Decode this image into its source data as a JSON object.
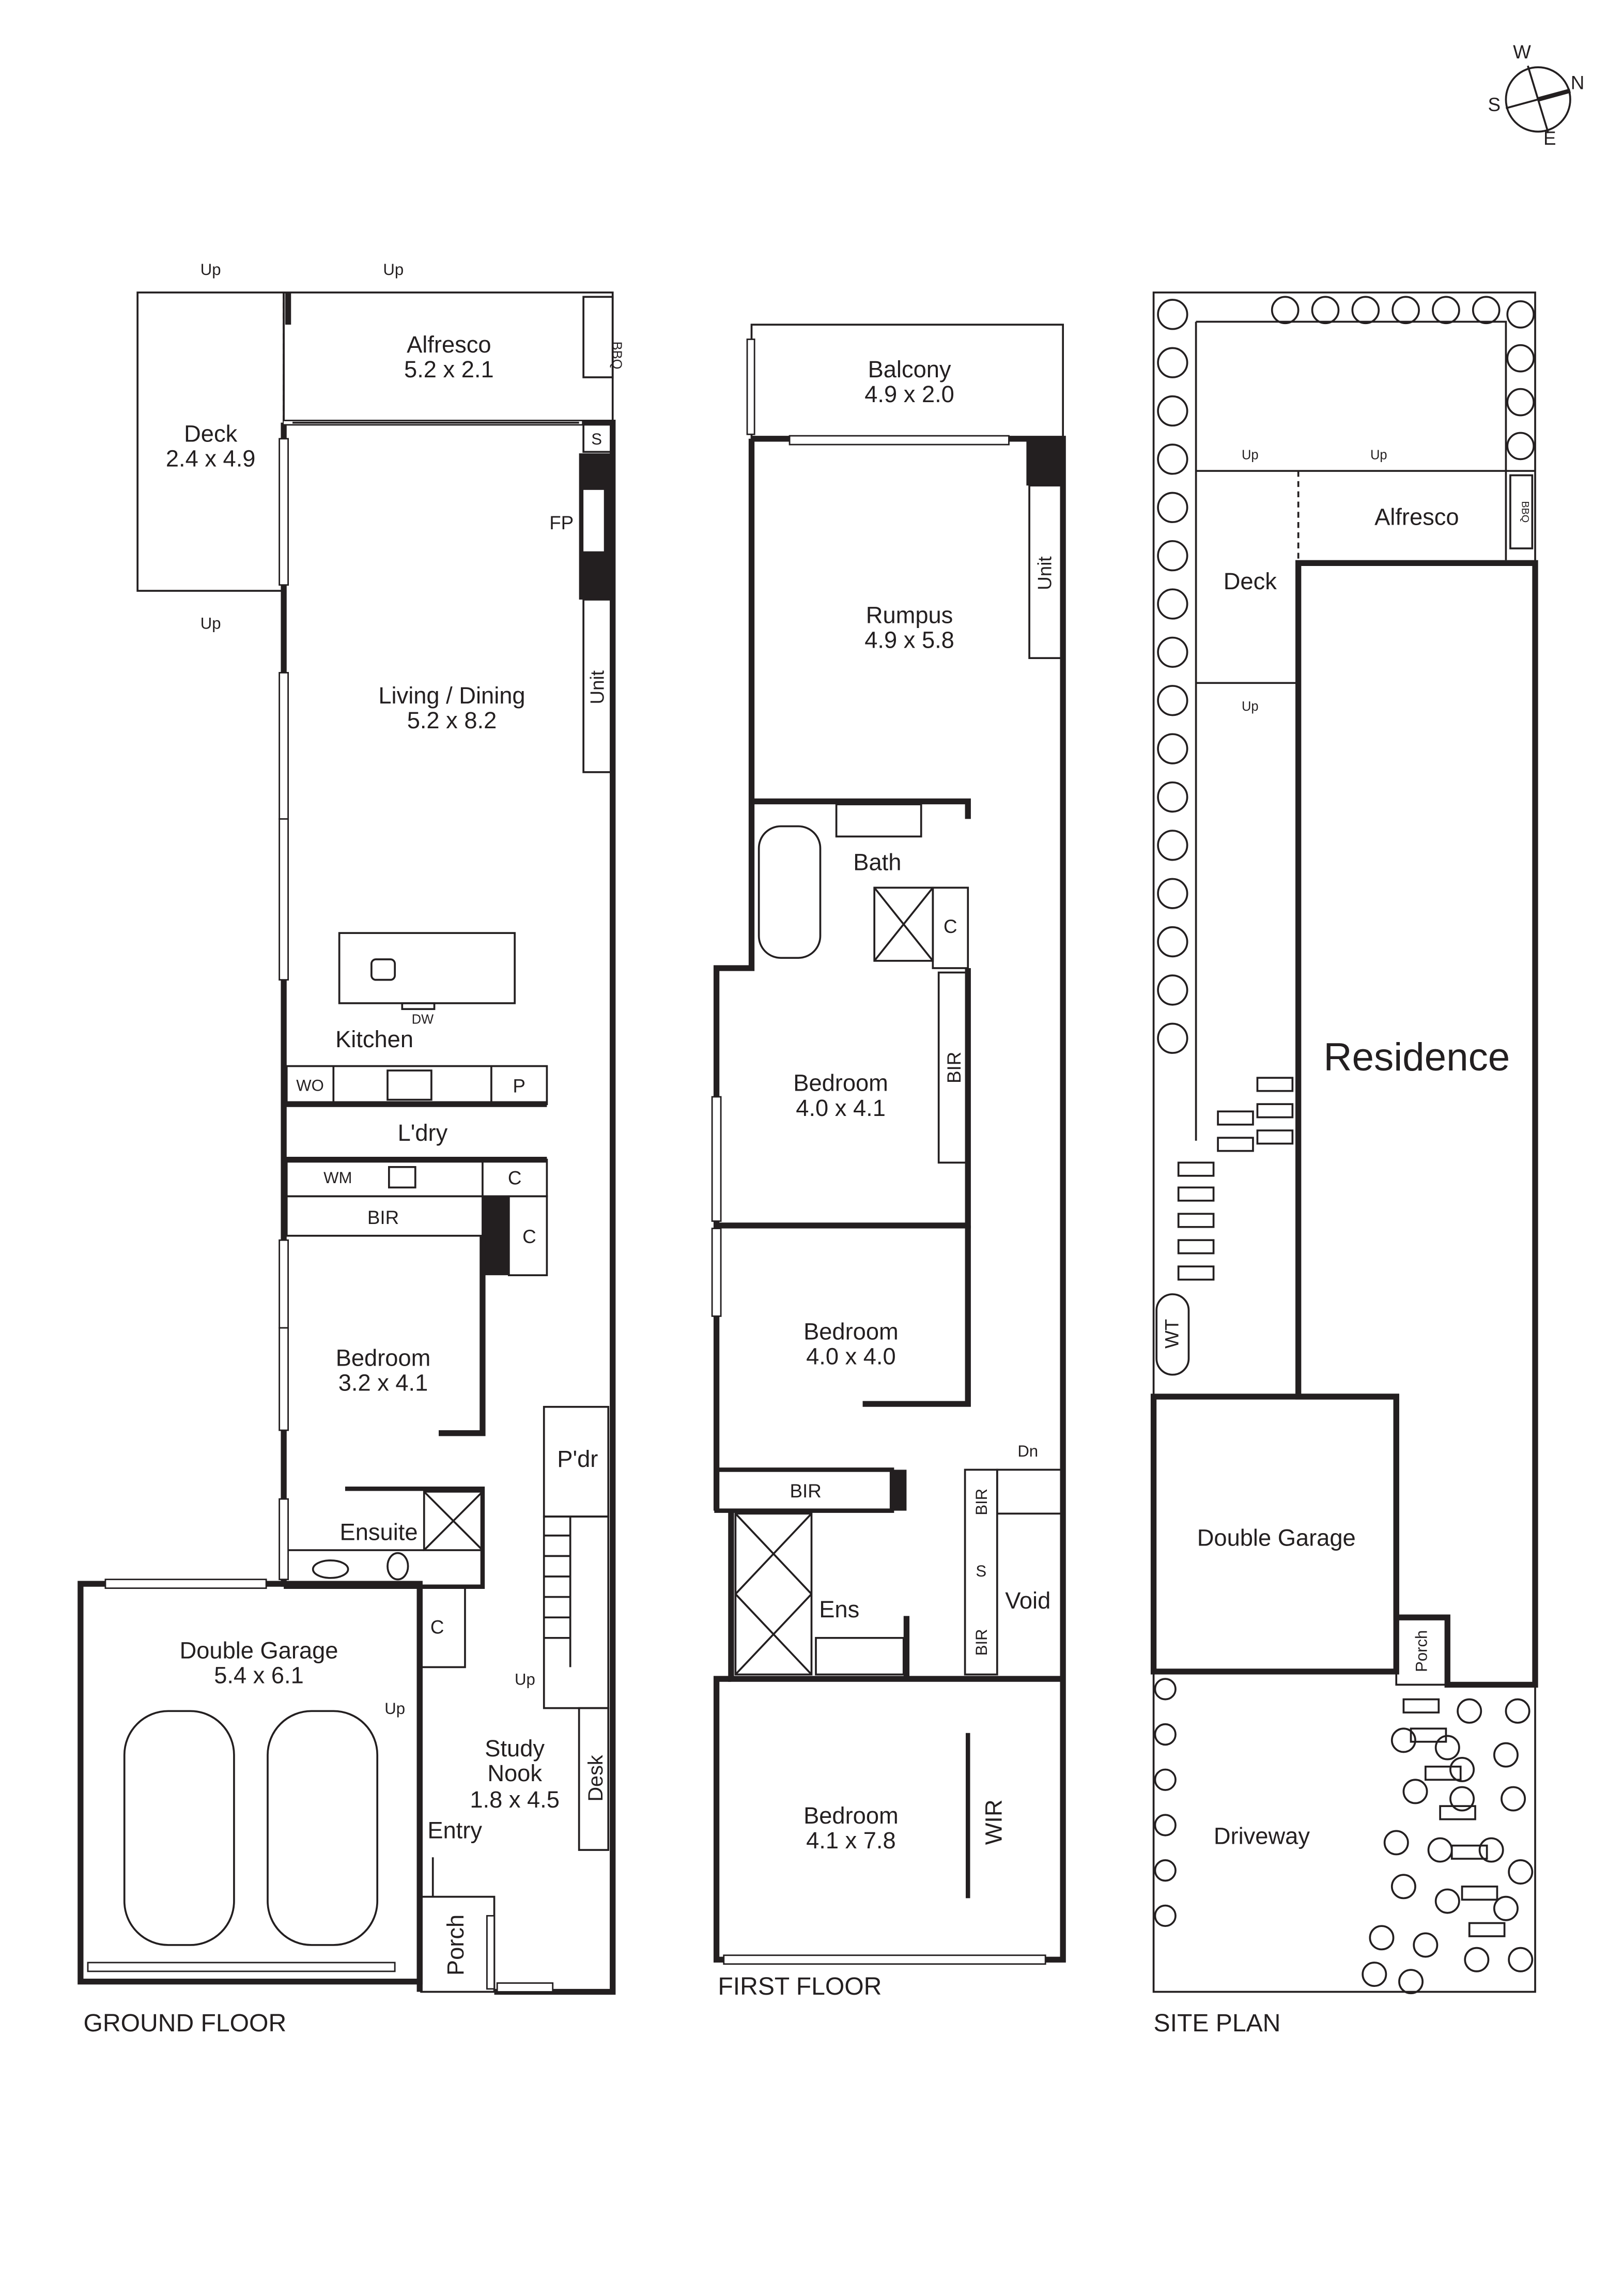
{
  "compass": {
    "n": "N",
    "s": "S",
    "e": "E",
    "w": "W"
  },
  "ground_floor": {
    "title": "GROUND FLOOR",
    "deck": {
      "name": "Deck",
      "size": "2.4 x 4.9"
    },
    "alfresco": {
      "name": "Alfresco",
      "size": "5.2 x 2.1"
    },
    "bbq": "BBQ",
    "up": "Up",
    "s": "S",
    "fp": "FP",
    "unit": "Unit",
    "living": {
      "name": "Living / Dining",
      "size": "5.2 x 8.2"
    },
    "dw": "DW",
    "kitchen": "Kitchen",
    "wo": "WO",
    "p": "P",
    "laundry": "L'dry",
    "wm": "WM",
    "c": "C",
    "bir": "BIR",
    "bedroom": {
      "name": "Bedroom",
      "size": "3.2 x 4.1"
    },
    "ensuite": "Ensuite",
    "powder": "P'dr",
    "garage": {
      "name": "Double Garage",
      "size": "5.4 x 6.1"
    },
    "study": {
      "name": "Study",
      "name2": "Nook",
      "size": "1.8 x 4.5"
    },
    "desk": "Desk",
    "entry": "Entry",
    "porch": "Porch"
  },
  "first_floor": {
    "title": "FIRST FLOOR",
    "balcony": {
      "name": "Balcony",
      "size": "4.9 x 2.0"
    },
    "rumpus": {
      "name": "Rumpus",
      "size": "4.9 x 5.8"
    },
    "unit": "Unit",
    "bath": "Bath",
    "c": "C",
    "bedroom1": {
      "name": "Bedroom",
      "size": "4.0 x 4.1"
    },
    "bir": "BIR",
    "bedroom2": {
      "name": "Bedroom",
      "size": "4.0 x 4.0"
    },
    "dn": "Dn",
    "s": "S",
    "void": "Void",
    "ens": "Ens",
    "bedroom3": {
      "name": "Bedroom",
      "size": "4.1 x 7.8"
    },
    "wir": "WIR"
  },
  "site_plan": {
    "title": "SITE PLAN",
    "up": "Up",
    "alfresco": "Alfresco",
    "bbq": "BBQ",
    "deck": "Deck",
    "residence": "Residence",
    "wt": "WT",
    "garage": "Double Garage",
    "porch": "Porch",
    "driveway": "Driveway"
  }
}
